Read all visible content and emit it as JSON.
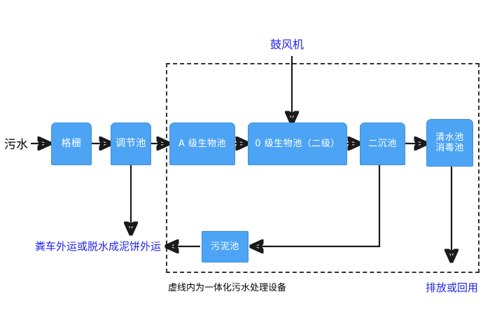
{
  "diagram": {
    "title_note": "虚线内为一体化污水处理设备",
    "inlet_label": "污水",
    "blower_label": "鼓风机",
    "sludge_out_label": "粪车外运或脱水成泥饼外运",
    "effluent_label": "排放或回用",
    "accent_color": "#4da4f4",
    "label_blue": "#2222ee",
    "nodes": [
      {
        "id": "grille",
        "label": "格栅"
      },
      {
        "id": "regulating",
        "label": "调节池"
      },
      {
        "id": "a_stage",
        "label": "A 级生物池"
      },
      {
        "id": "o_stage",
        "label": "0 级生物池（二级）"
      },
      {
        "id": "secondary",
        "label": "二沉池"
      },
      {
        "id": "clearwater",
        "label": "清水池\n消毒池"
      },
      {
        "id": "sludge",
        "label": "污泥池"
      }
    ]
  }
}
